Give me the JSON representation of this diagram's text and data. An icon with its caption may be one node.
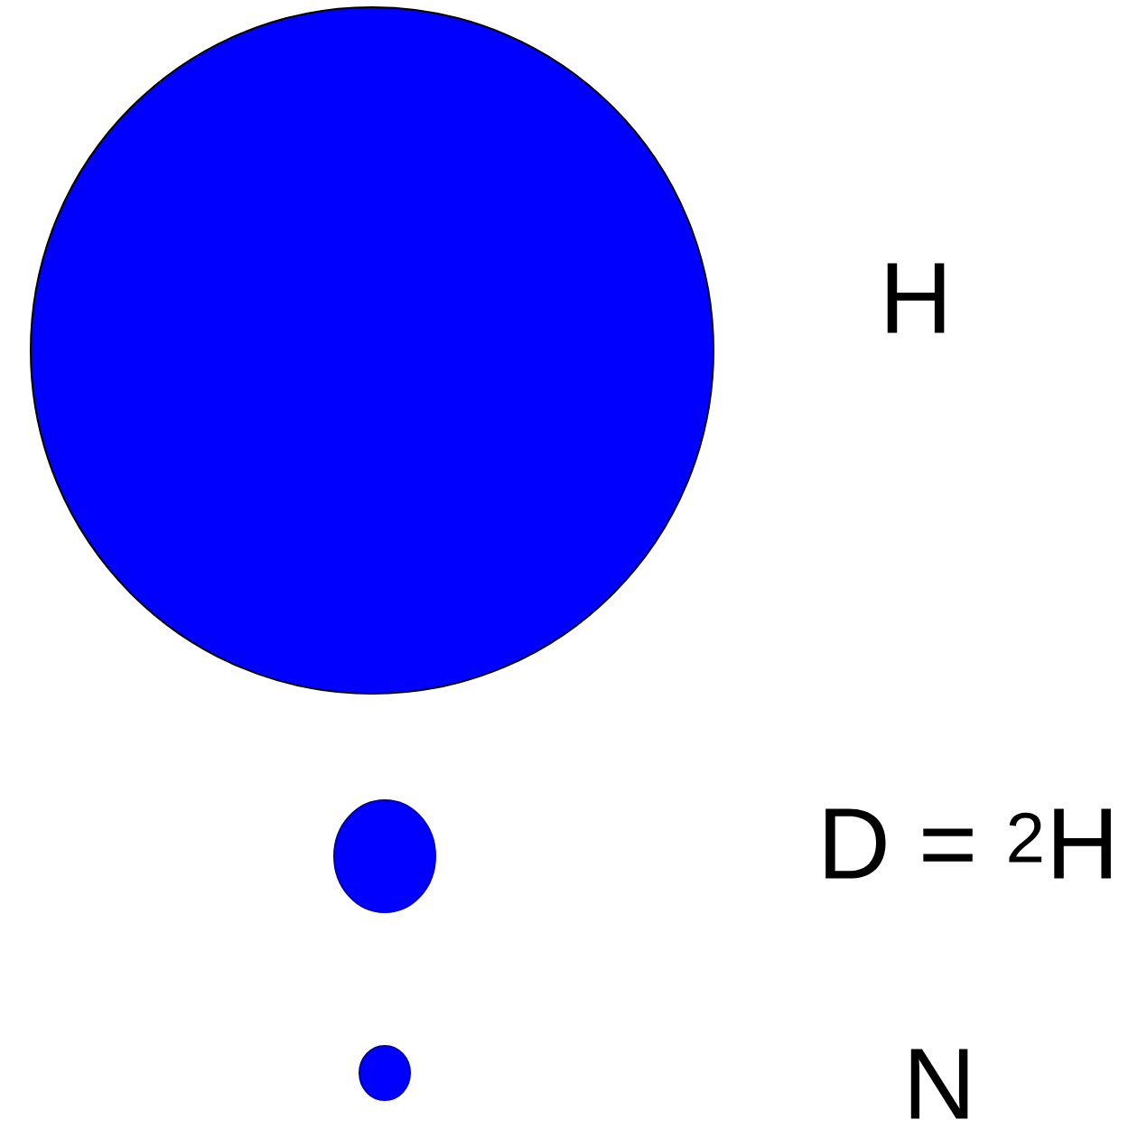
{
  "diagram": {
    "nodes": [
      {
        "text": [],
        "shape": "circle"
      },
      {
        "text": [],
        "shape": "circle"
      },
      {
        "text": [],
        "shape": "circle"
      }
    ],
    "labels": [
      "H",
      "D = $^{2}$H",
      "N"
    ]
  }
}
